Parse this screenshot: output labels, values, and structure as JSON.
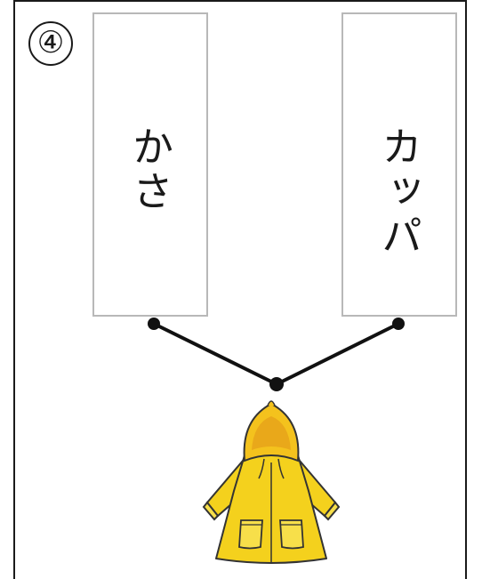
{
  "number": "④",
  "cards": {
    "left": {
      "text": "かさ"
    },
    "right": {
      "text": "カッパ"
    }
  },
  "illustration": {
    "icon": "raincoat-icon",
    "color": "#f4d11d"
  }
}
